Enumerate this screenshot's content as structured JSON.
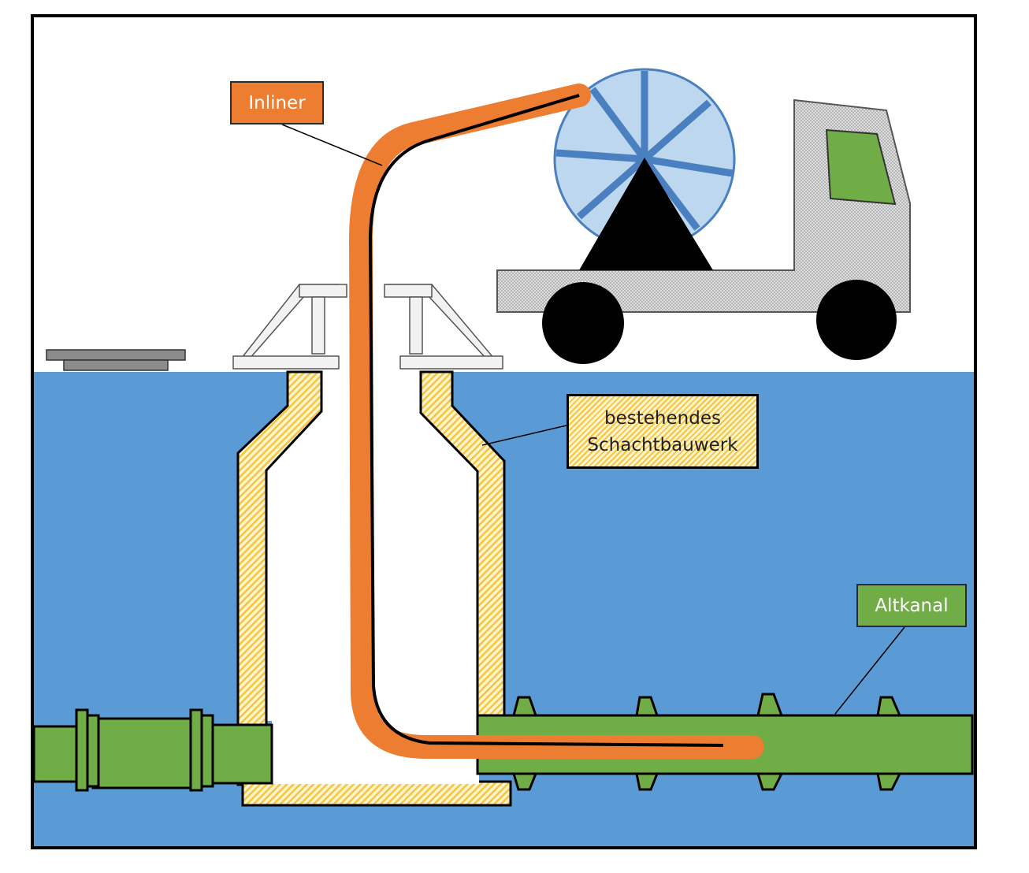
{
  "labels": {
    "inliner": "Inliner",
    "schachtbauwerk": "bestehendes\nSchachtbauwerk",
    "altkanal": "Altkanal"
  },
  "colors": {
    "ground": "#5b9bd5",
    "inliner": "#ed7d31",
    "pipe": "#70ad47",
    "shaft_fill": "#f4c542",
    "drum": "#bdd7ee",
    "drum_spoke": "#4a7fc0",
    "truck_body": "#dcdcdc",
    "cabin_window": "#70ad47"
  },
  "icons": {
    "truck": "truck-icon",
    "drum": "cable-drum-icon",
    "manhole_cover": "manhole-cover-icon"
  }
}
